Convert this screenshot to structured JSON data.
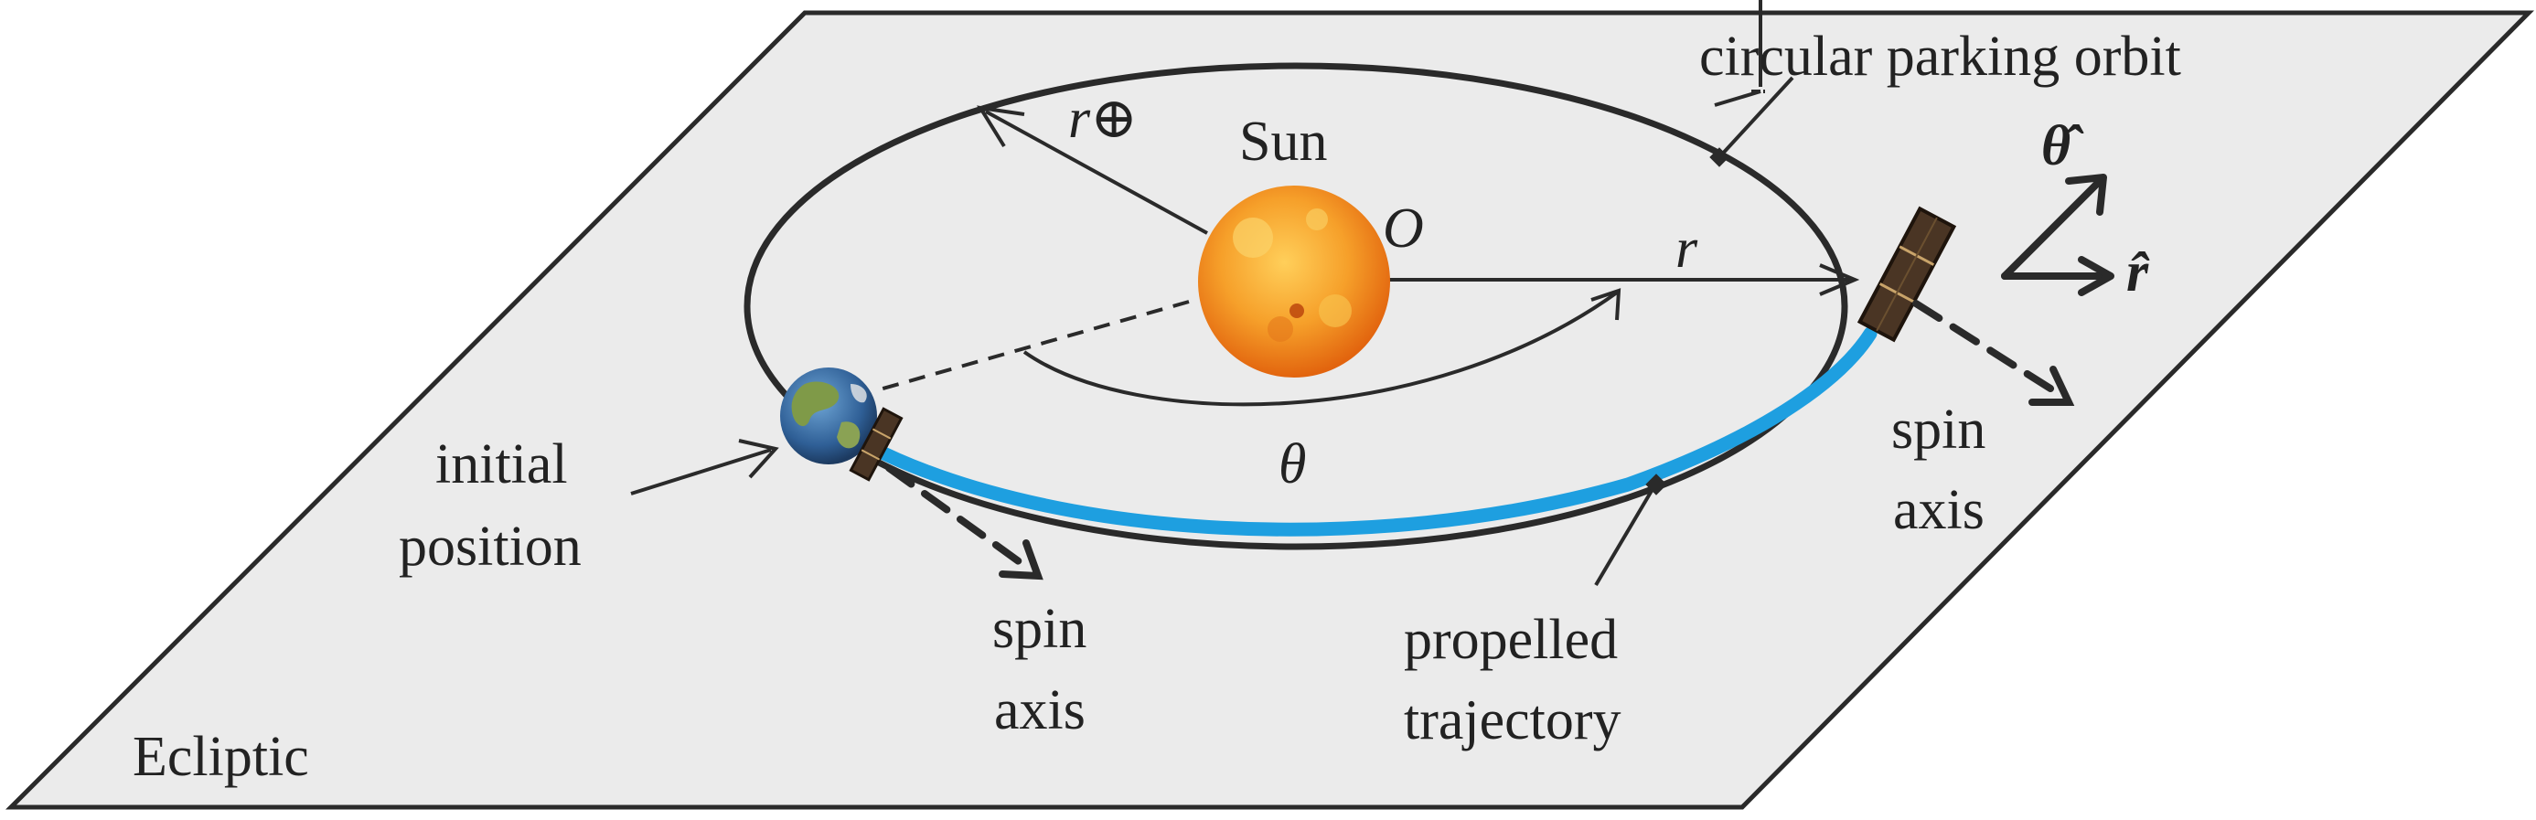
{
  "diagram": {
    "plane_label": "Ecliptic",
    "sun_label": "Sun",
    "origin_label": "O",
    "radius_earth_label": "r⊕",
    "radius_label": "r",
    "angle_label": "θ",
    "parking_orbit_label": "circular parking orbit",
    "initial_position_line1": "initial",
    "initial_position_line2": "position",
    "spin_axis_line1": "spin",
    "spin_axis_line2": "axis",
    "trajectory_line1": "propelled",
    "trajectory_line2": "trajectory",
    "theta_hat_label": "θ̂",
    "r_hat_label": "r̂",
    "colors": {
      "plane_fill": "#ebebeb",
      "outline": "#2a2a2a",
      "trajectory": "#1e9fe0",
      "sun": "#f08a16",
      "earth": "#2f5f96"
    }
  }
}
